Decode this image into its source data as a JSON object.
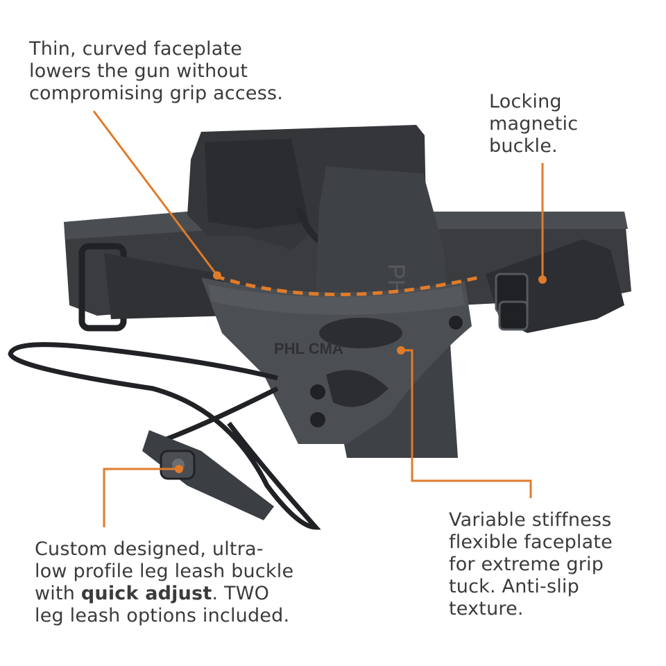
{
  "callouts": {
    "faceplate_top": {
      "lines": [
        "Thin, curved faceplate",
        "lowers the gun without",
        "compromising grip access."
      ]
    },
    "buckle": {
      "lines": [
        "Locking",
        "magnetic",
        "buckle."
      ]
    },
    "leash": {
      "line1": "Custom designed, ultra-",
      "line2": "low profile leg leash buckle",
      "line3_pre": "with ",
      "line3_bold": "quick adjust",
      "line3_post": ". TWO",
      "line4": "leg leash options included."
    },
    "stiffness": {
      "lines": [
        "Variable stiffness",
        "flexible faceplate",
        "for extreme grip",
        "tuck. Anti-slip",
        "texture."
      ]
    }
  },
  "product_markings": {
    "holster_text": "PHLSTER",
    "faceplate_logo": "PHL CMA"
  },
  "colors": {
    "accent": "#E07B2A",
    "text": "#3b3b3b",
    "product_dark": "#2e3033",
    "product_mid": "#45484c",
    "background": "#ffffff"
  }
}
